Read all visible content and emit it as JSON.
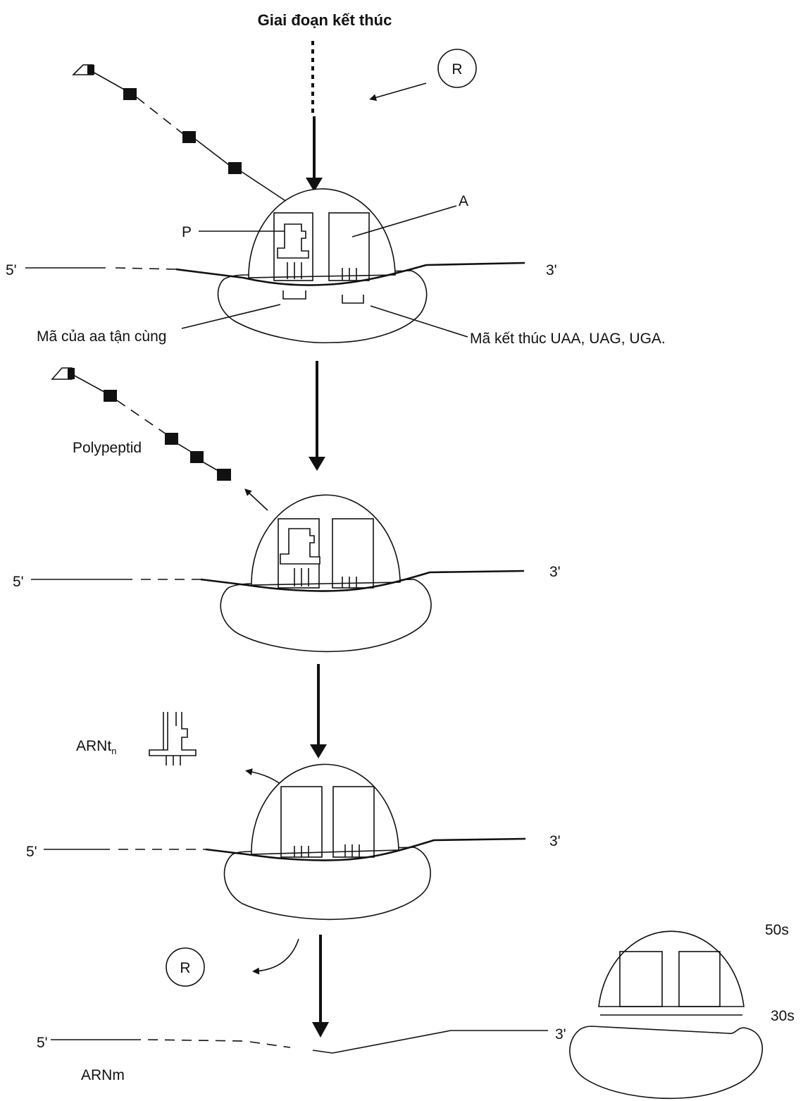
{
  "title": "Giai đoạn kết thúc",
  "labels": {
    "release_factor": "R",
    "site_a": "A",
    "site_p": "P",
    "five_prime": "5'",
    "three_prime": "3'",
    "last_codon": "Mã của aa tận cùng",
    "stop_codons": "Mã kết thúc UAA, UAG, UGA.",
    "polypeptide": "Polypeptid",
    "trna": "ARNt",
    "trna_sub": "n",
    "large_subunit": "50s",
    "small_subunit": "30s",
    "mrna": "ARNm"
  }
}
